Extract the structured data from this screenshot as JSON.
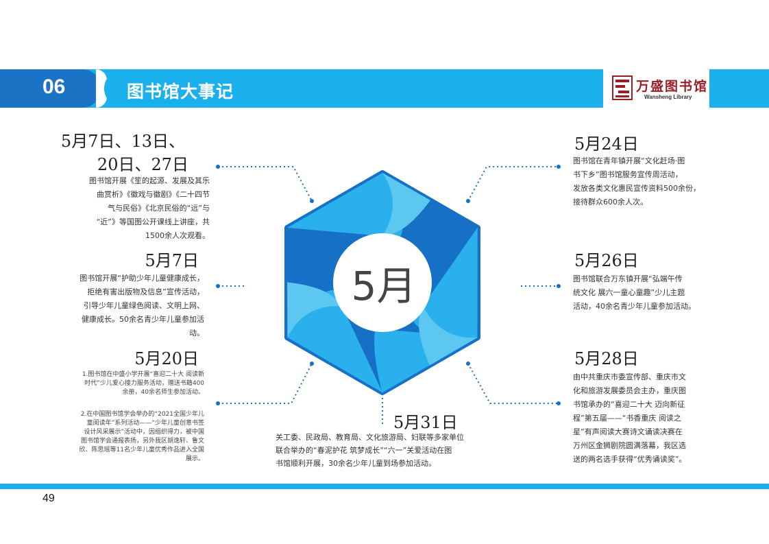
{
  "header": {
    "section_number": "06",
    "title": "图书馆大事记",
    "logo_text": "万盛图书馆",
    "logo_en": "Wansheng Library"
  },
  "center": {
    "label": "5月"
  },
  "events": [
    {
      "date_line1": "5月7日、13日、",
      "date_line2": "20日、27日",
      "lines": [
        "图书馆开展《笙的起源、发展及其乐",
        "曲赏析》《徽戏与徽剧》《二十四节",
        "气与民俗》《北京民俗的“远”与",
        "“近”》等国图公开课线上讲座，共",
        "1500余人次观看。"
      ]
    },
    {
      "date": "5月7日",
      "lines": [
        "图书馆开展“护助少年儿童健康成长，",
        "拒绝有害出版物及信息”宣传活动，",
        "引导少年儿童绿色阅读、文明上网、",
        "健康成长。50余名青少年儿童参加活",
        "动。"
      ]
    },
    {
      "date": "5月20日",
      "lines": [
        "1.图书馆在中盛小学开展“喜迎二十大 阅读新",
        "时代”少儿爱心接力服务活动，赠送书籍400",
        "余册，40余名师生参加活动。"
      ],
      "lines2": [
        "2.在中国图书馆学会举办的“2021全国少年儿",
        "童阅读年”系列活动——“少年儿童创意书签",
        "设计风采展示”活动中，因组织得力，被中国",
        "图书馆学会通报表扬，另外我区胡逸轩、鲁文",
        "欣、陈思瑶等11名少年儿童优秀作品进入全国",
        "展示。"
      ]
    },
    {
      "date": "5月31日",
      "lines": [
        "关工委、民政局、教育局、文化旅游局、妇联等多家单位",
        "联合举办的“春泥护花 筑梦成长”“六一”关爱活动在图",
        "书馆顺利开展，30余名少年儿童到场参加活动。"
      ]
    },
    {
      "date": "5月24日",
      "lines": [
        "图书馆在青年镇开展“文化赶场·图",
        "书下乡”图书馆服务宣传周活动，",
        "发放各类文化惠民宣传资料500余份，",
        "接待群众600余人次。"
      ]
    },
    {
      "date": "5月26日",
      "lines": [
        "图书馆联合万东镇开展“弘端午传",
        "统文化 展六一童心童趣”少儿主题",
        "活动，40余名青少年儿童参加活动。"
      ]
    },
    {
      "date": "5月28日",
      "lines": [
        "由中共重庆市委宣传部、重庆市文",
        "化和旅游发展委员会主办，重庆图",
        "书馆承办的“喜迎二十大 迈向新征",
        "程”第五届——“书香重庆 阅读之",
        "星”有声阅读大赛诗文诵读决赛在",
        "万州区金狮剧院圆满落幕，我区选",
        "送的两名选手获得“优秀诵读奖”。"
      ]
    }
  ],
  "footer": {
    "page_number": "49"
  },
  "colors": {
    "band": "#1AB0EE",
    "tab": "#1B73C5",
    "dark_blue": "#1670C5",
    "light_blue": "#2AB0EC"
  }
}
